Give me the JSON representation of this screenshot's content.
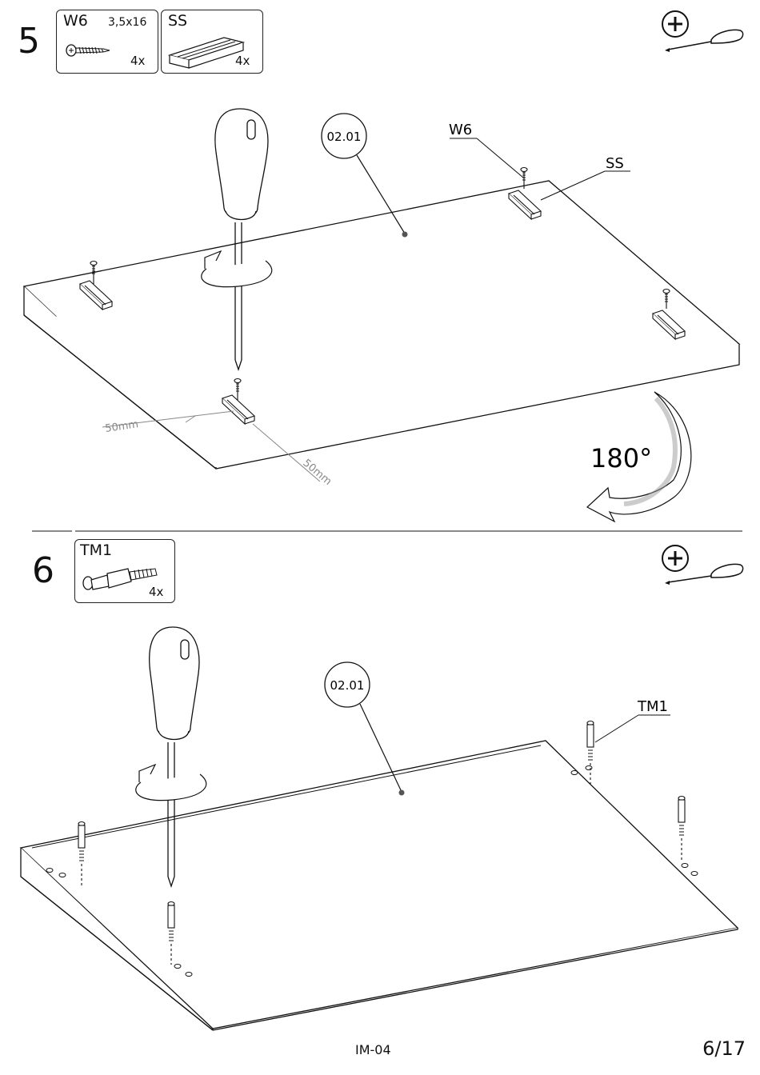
{
  "steps": [
    {
      "number": "5",
      "parts": [
        {
          "code": "W6",
          "size": "3,5x16",
          "qty": "4x",
          "icon": "screw-icon"
        },
        {
          "code": "SS",
          "size": "",
          "qty": "4x",
          "icon": "slide-plate-icon"
        }
      ],
      "tool": "phillips-screwdriver-icon",
      "callouts": {
        "panel": "02.01",
        "screw": "W6",
        "plate": "SS"
      },
      "dimensions": [
        "50mm",
        "50mm"
      ],
      "rotation": "180°"
    },
    {
      "number": "6",
      "parts": [
        {
          "code": "TM1",
          "size": "",
          "qty": "4x",
          "icon": "cam-bolt-icon"
        }
      ],
      "tool": "phillips-screwdriver-icon",
      "callouts": {
        "panel": "02.01",
        "bolt": "TM1"
      }
    }
  ],
  "footer": {
    "code": "IM-04",
    "page": "6/17"
  }
}
